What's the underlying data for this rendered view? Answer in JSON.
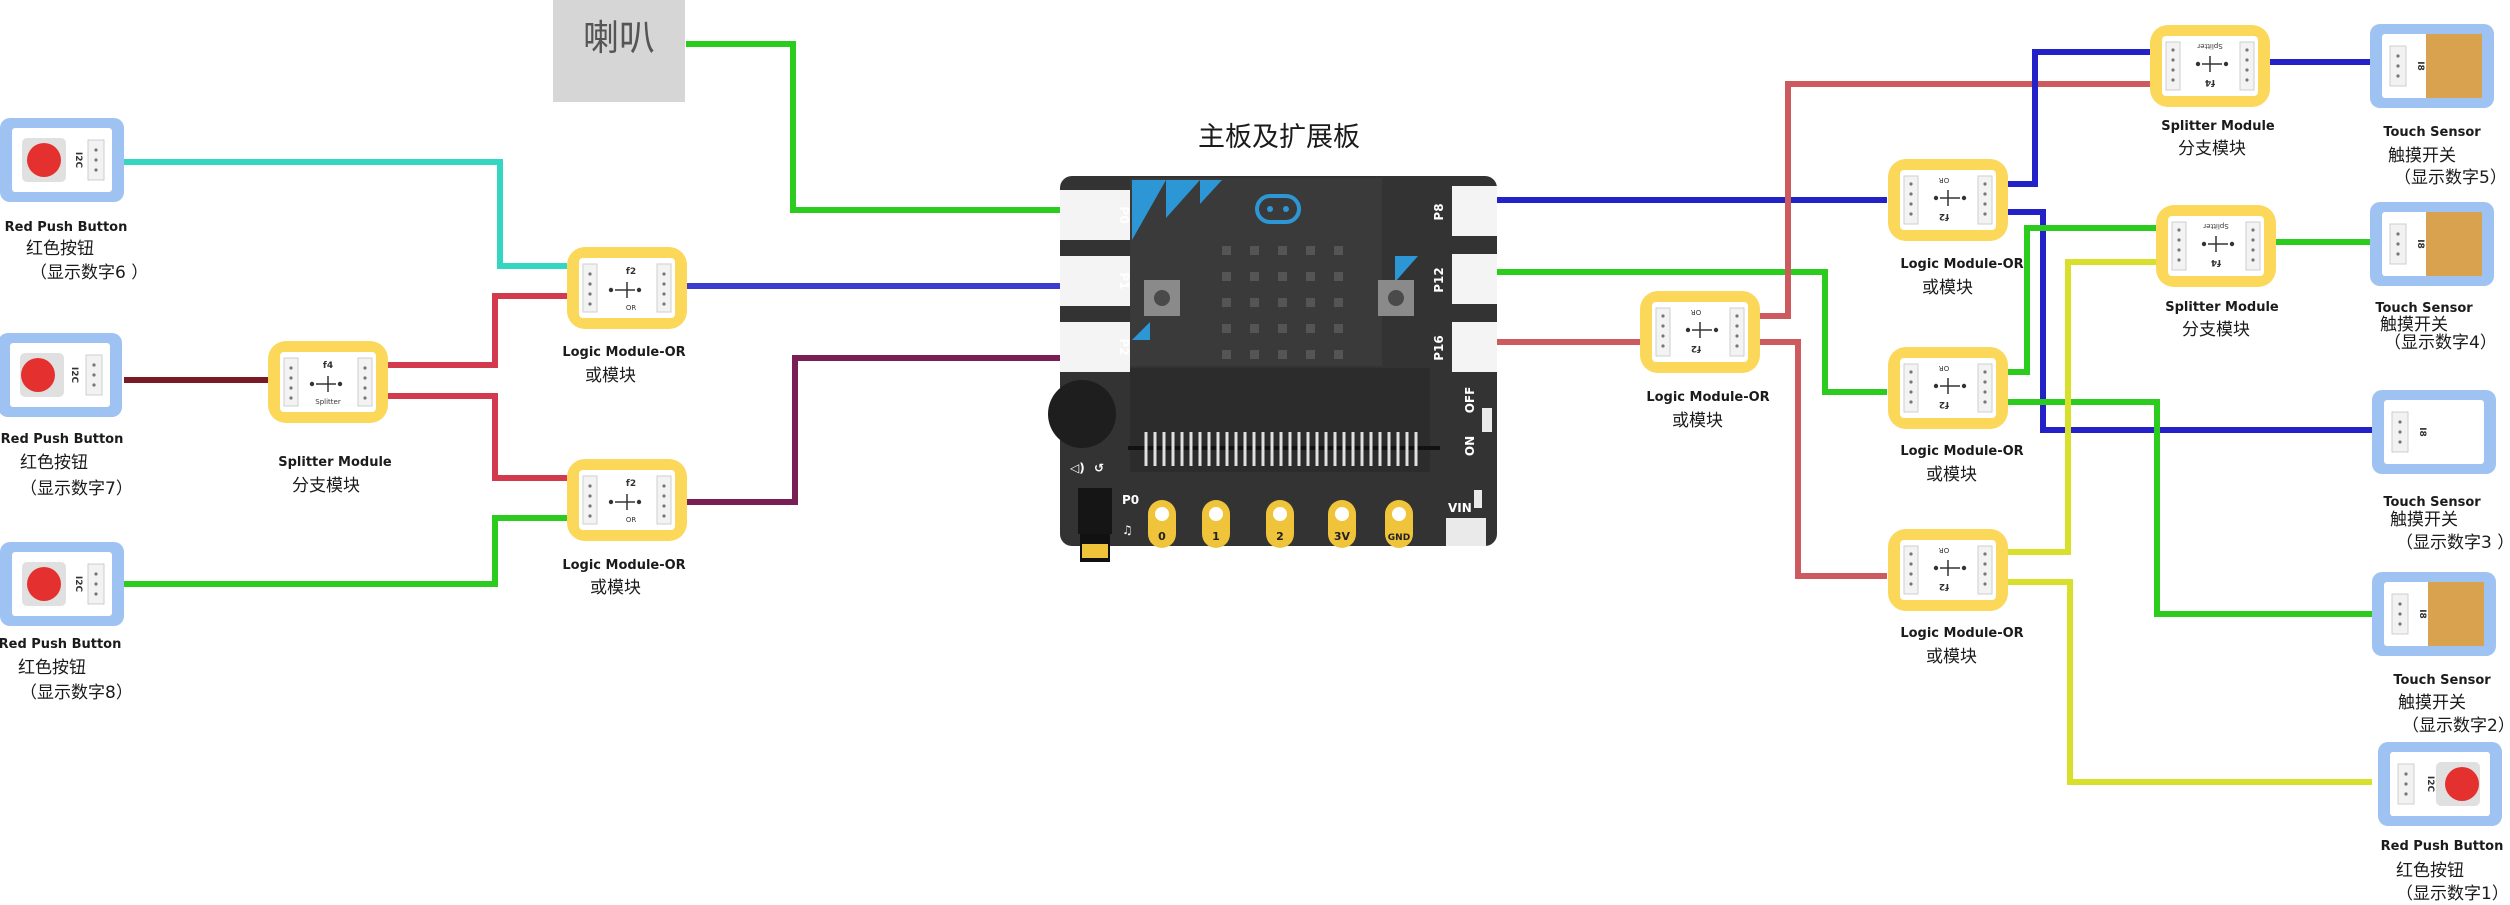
{
  "title": "主板及扩展板",
  "speaker": {
    "label": "喇叭"
  },
  "board": {
    "left_pins": [
      "P0",
      "P1",
      "P2"
    ],
    "right_pins": [
      "P8",
      "P12",
      "P16"
    ],
    "switch_labels": [
      "OFF",
      "ON"
    ],
    "bottom_pins": [
      "0",
      "1",
      "2",
      "3V",
      "GND"
    ],
    "corner_labels": {
      "p0": "P0",
      "vin": "VIN"
    }
  },
  "left_buttons": [
    {
      "en": "Red Push Button",
      "cn": "红色按钮",
      "note": "（显示数字6 ）",
      "code": "I2C"
    },
    {
      "en": "Red Push Button",
      "cn": "红色按钮",
      "note": "（显示数字7）",
      "code": "I2C"
    },
    {
      "en": "Red Push Button",
      "cn": "红色按钮",
      "note": "（显示数字8）",
      "code": "I2C"
    }
  ],
  "left_splitter": {
    "en": "Splitter Module",
    "cn": "分支模块",
    "code": "f4",
    "sub": "Splitter"
  },
  "left_or": [
    {
      "en": "Logic Module-OR",
      "cn": "或模块",
      "code": "f2",
      "sub": "OR"
    },
    {
      "en": "Logic Module-OR",
      "cn": "或模块",
      "code": "f2",
      "sub": "OR"
    }
  ],
  "mid_or": {
    "en": "Logic Module-OR",
    "cn": "或模块",
    "code": "f2",
    "sub": "OR"
  },
  "right_or": [
    {
      "en": "Logic Module-OR",
      "cn": "或模块",
      "code": "f2",
      "sub": "OR"
    },
    {
      "en": "Logic Module-OR",
      "cn": "或模块",
      "code": "f2",
      "sub": "OR"
    },
    {
      "en": "Logic Module-OR",
      "cn": "或模块",
      "code": "f2",
      "sub": "OR"
    }
  ],
  "right_splitters": [
    {
      "en": "Splitter Module",
      "cn": "分支模块",
      "code": "f4",
      "sub": "Splitter"
    },
    {
      "en": "Splitter Module",
      "cn": "分支模块",
      "code": "f4",
      "sub": "Splitter"
    }
  ],
  "touch_sensors": [
    {
      "en": "Touch Sensor",
      "cn": "触摸开关",
      "note": "（显示数字5）",
      "code": "I8"
    },
    {
      "en": "Touch Sensor",
      "cn": "触摸开关",
      "note": "（显示数字4）",
      "code": "I8"
    },
    {
      "en": "Touch Sensor",
      "cn": "触摸开关",
      "note": "（显示数字3 ）",
      "code": "I8"
    },
    {
      "en": "Touch Sensor",
      "cn": "触摸开关",
      "note": "（显示数字2）",
      "code": "I8"
    }
  ],
  "right_button": {
    "en": "Red Push Button",
    "cn": "红色按钮",
    "note": "（显示数字1）",
    "code": "I2C"
  },
  "colors": {
    "wire_green": "#2ccc1e",
    "wire_cyan": "#33d6c0",
    "wire_darkred": "#7a1a24",
    "wire_red": "#d43a4e",
    "wire_blue": "#2222c8",
    "wire_purple": "#7a1f56",
    "wire_salmon": "#cc5a5e",
    "wire_yellow": "#d8e02c",
    "module_yellow": "#fbd85a",
    "button_frame": "#9ec2f2",
    "touch_pad": "#d9a24e",
    "board": "#333333",
    "board_accent": "#2d97d6"
  }
}
